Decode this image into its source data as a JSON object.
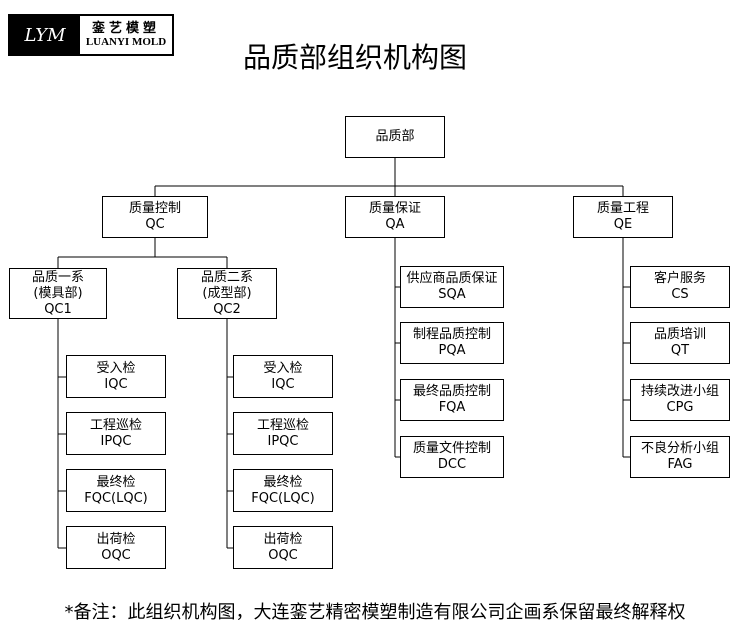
{
  "logo": {
    "mark": "LYM",
    "cn": "銮艺模塑",
    "en": "LUANYI MOLD"
  },
  "title": "品质部组织机构图",
  "root": {
    "cn": "品质部"
  },
  "qc": {
    "cn": "质量控制",
    "en": "QC",
    "qc1": {
      "l1": "品质一系",
      "l2": "(模具部)",
      "l3": "QC1",
      "items": [
        {
          "cn": "受入检",
          "en": "IQC"
        },
        {
          "cn": "工程巡检",
          "en": "IPQC"
        },
        {
          "cn": "最终检",
          "en": "FQC(LQC)"
        },
        {
          "cn": "出荷检",
          "en": "OQC"
        }
      ]
    },
    "qc2": {
      "l1": "品质二系",
      "l2": "(成型部)",
      "l3": "QC2",
      "items": [
        {
          "cn": "受入检",
          "en": "IQC"
        },
        {
          "cn": "工程巡检",
          "en": "IPQC"
        },
        {
          "cn": "最终检",
          "en": "FQC(LQC)"
        },
        {
          "cn": "出荷检",
          "en": "OQC"
        }
      ]
    }
  },
  "qa": {
    "cn": "质量保证",
    "en": "QA",
    "items": [
      {
        "cn": "供应商品质保证",
        "en": "SQA"
      },
      {
        "cn": "制程品质控制",
        "en": "PQA"
      },
      {
        "cn": "最终品质控制",
        "en": "FQA"
      },
      {
        "cn": "质量文件控制",
        "en": "DCC"
      }
    ]
  },
  "qe": {
    "cn": "质量工程",
    "en": "QE",
    "items": [
      {
        "cn": "客户服务",
        "en": "CS"
      },
      {
        "cn": "品质培训",
        "en": "QT"
      },
      {
        "cn": "持续改进小组",
        "en": "CPG"
      },
      {
        "cn": "不良分析小组",
        "en": "FAG"
      }
    ]
  },
  "note": "*备注：此组织机构图，大连銮艺精密模塑制造有限公司企画系保留最终解释权"
}
